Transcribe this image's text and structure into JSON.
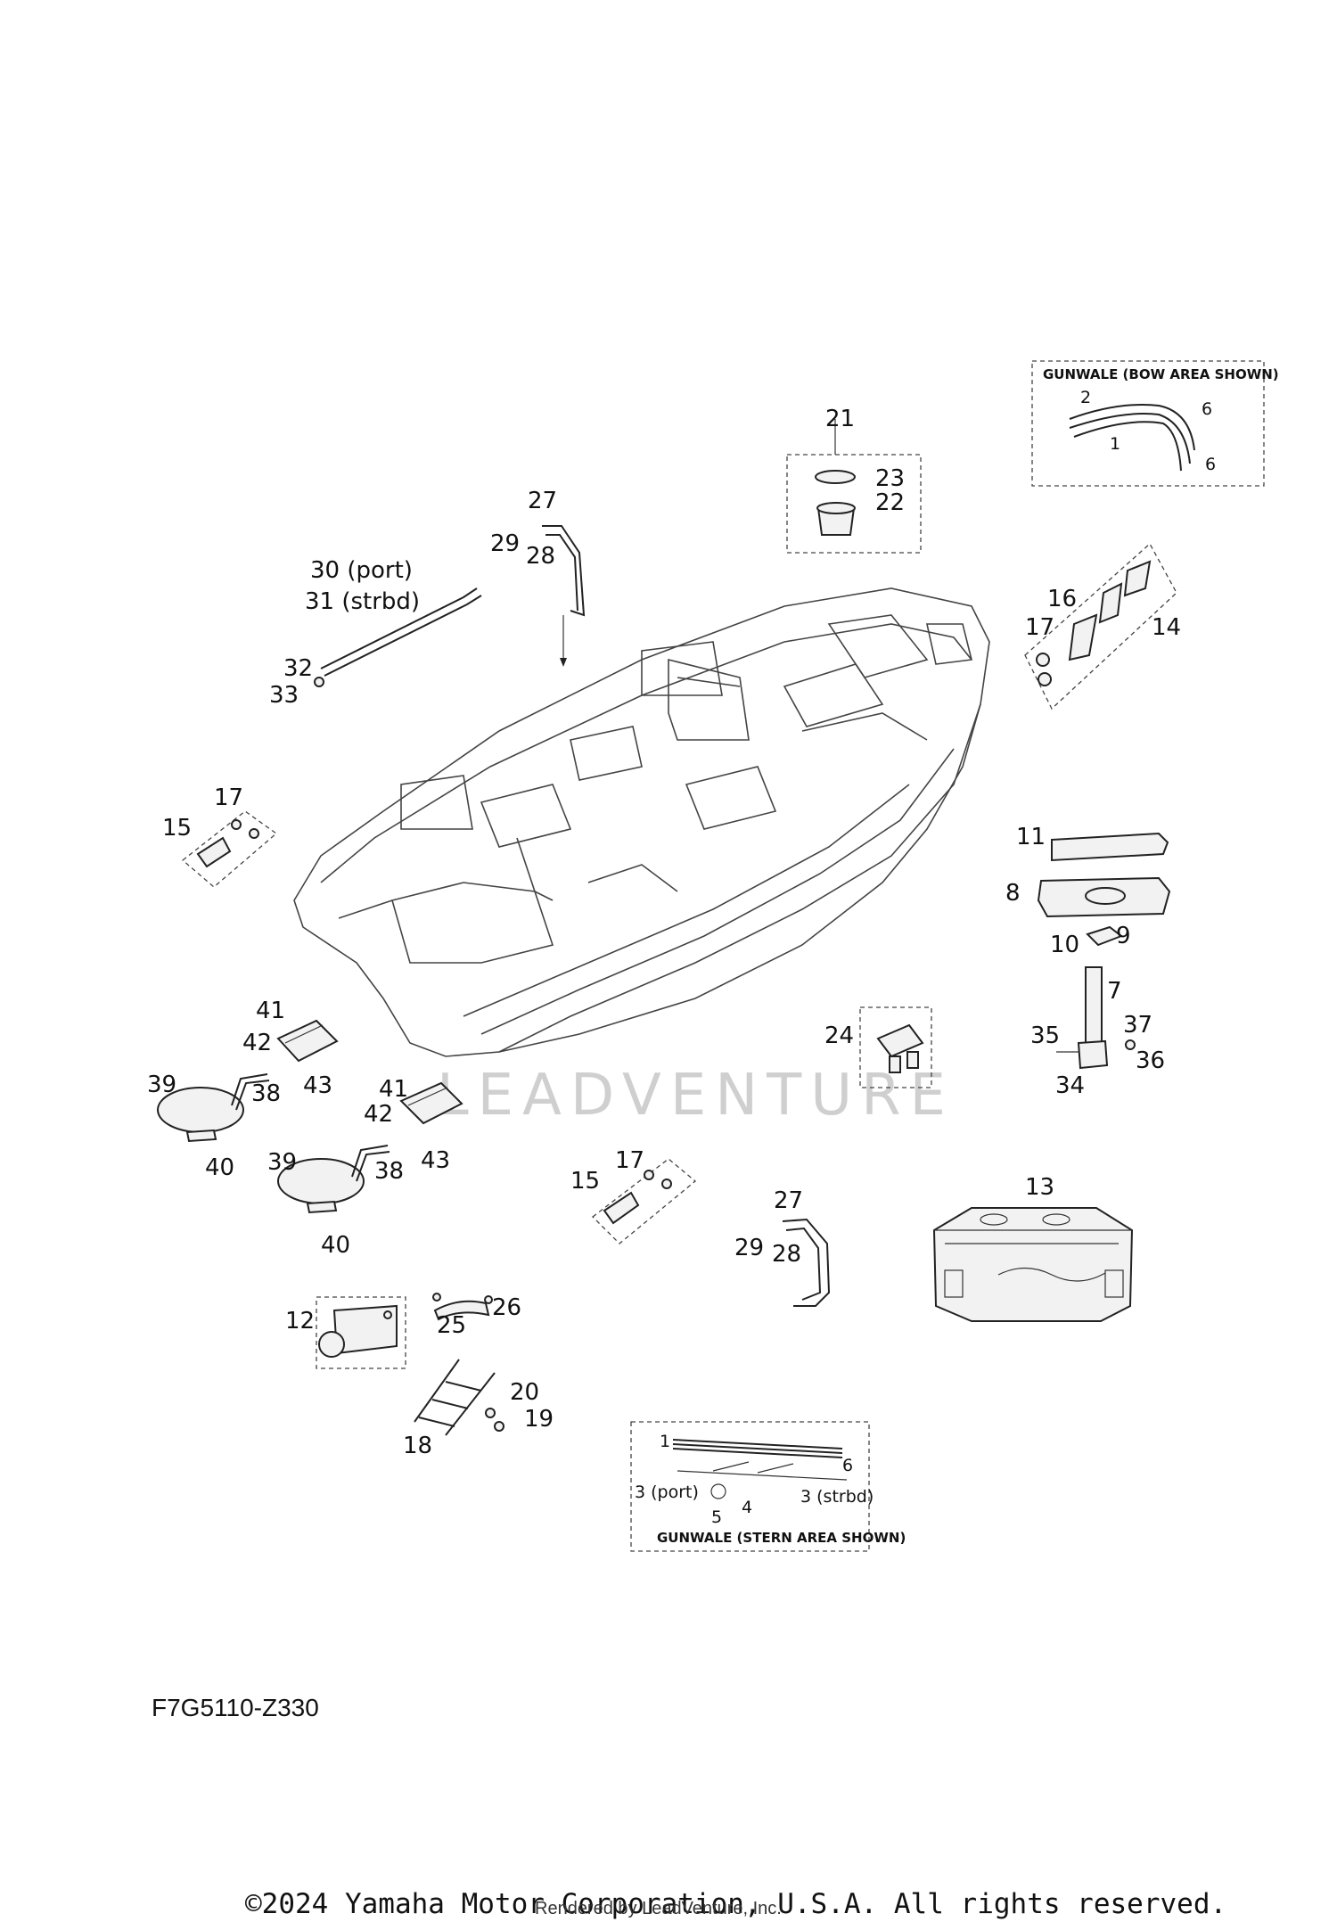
{
  "diagram": {
    "code": "F7G5110-Z330",
    "watermark": "LEADVENTURE",
    "copyright": "©2024 Yamaha Motor Corporation, U.S.A. All rights reserved.",
    "rendered_by": "Rendered by LeadVenture, Inc."
  },
  "insets": {
    "bow": {
      "title": "GUNWALE (BOW AREA SHOWN)",
      "labels": [
        "2",
        "6",
        "1",
        "6"
      ]
    },
    "stern": {
      "title": "GUNWALE (STERN AREA SHOWN)",
      "labels": [
        "1",
        "6",
        "3 (port)",
        "4",
        "5",
        "3 (strbd)"
      ]
    }
  },
  "callouts": {
    "c21": "21",
    "c23": "23",
    "c22": "22",
    "c27a": "27",
    "c29a": "29",
    "c28a": "28",
    "c30": "30 (port)",
    "c31": "31 (strbd)",
    "c32": "32",
    "c33": "33",
    "c16": "16",
    "c17a": "17",
    "c14": "14",
    "c17b": "17",
    "c15a": "15",
    "c11": "11",
    "c8": "8",
    "c10": "10",
    "c9": "9",
    "c7": "7",
    "c35": "35",
    "c37": "37",
    "c36": "36",
    "c34": "34",
    "c24": "24",
    "c41a": "41",
    "c42a": "42",
    "c43a": "43",
    "c39a": "39",
    "c38a": "38",
    "c40a": "40",
    "c41b": "41",
    "c42b": "42",
    "c43b": "43",
    "c39b": "39",
    "c38b": "38",
    "c40b": "40",
    "c15b": "15",
    "c17c": "17",
    "c27b": "27",
    "c29b": "29",
    "c28b": "28",
    "c13": "13",
    "c12": "12",
    "c25": "25",
    "c26": "26",
    "c20": "20",
    "c19": "19",
    "c18": "18"
  }
}
